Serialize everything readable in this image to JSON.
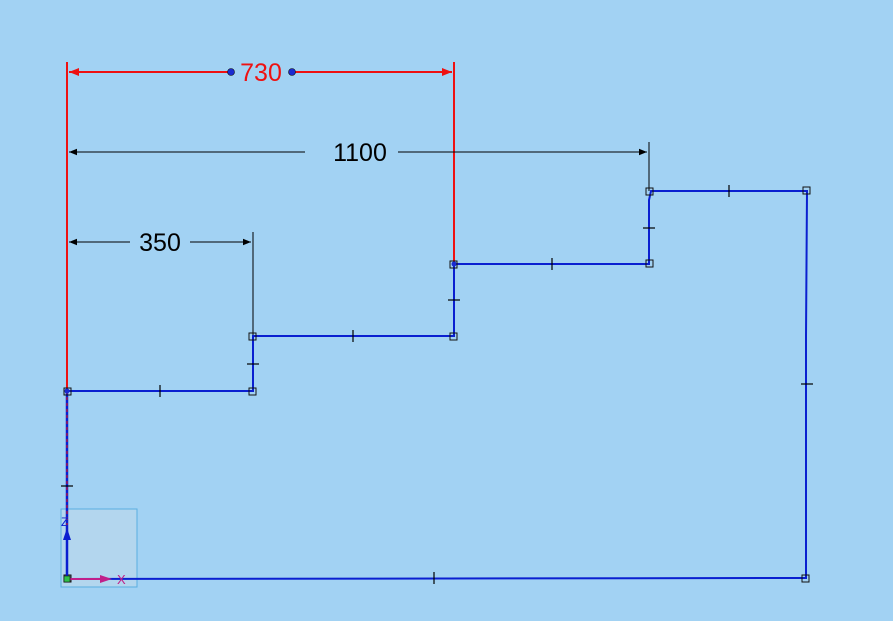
{
  "colors": {
    "background": "#a2d2f3",
    "profile": "#0a1fd0",
    "active_dimension": "#ee1111",
    "dimension": "#000000",
    "axis_triad_box": "#b3d6ee"
  },
  "dimensions": {
    "active": {
      "label": "730"
    },
    "outer": {
      "label": "1100"
    },
    "inner": {
      "label": "350"
    }
  },
  "axis_triad": {
    "z_label": "Z",
    "x_label": "X"
  }
}
